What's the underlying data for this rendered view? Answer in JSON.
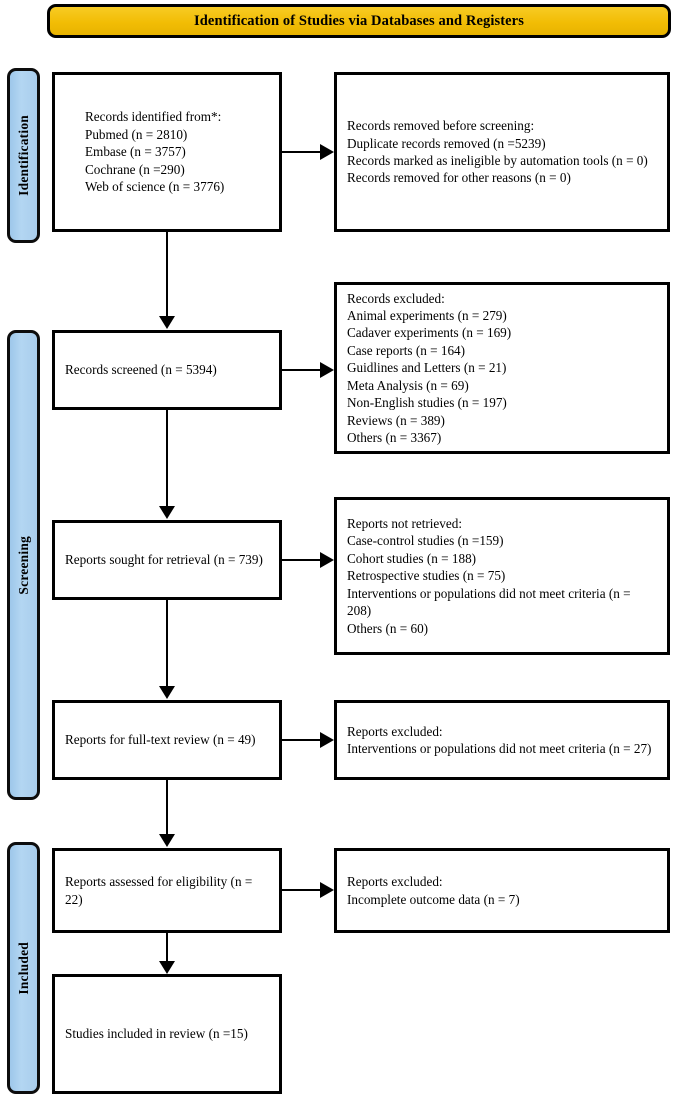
{
  "header": {
    "title": "Identification of Studies via Databases and Registers"
  },
  "phases": [
    {
      "id": "identification",
      "label": "Identification"
    },
    {
      "id": "screening",
      "label": "Screening"
    },
    {
      "id": "included",
      "label": "Included"
    }
  ],
  "flow": {
    "identified": {
      "text": "Records identified from*:\nPubmed (n = 2810)\nEmbase (n = 3757)\nCochrane (n =290)\nWeb of science (n = 3776)"
    },
    "removed": {
      "text": "Records removed before screening:\nDuplicate records removed (n =5239)\nRecords marked as ineligible by automation tools (n = 0)\nRecords removed for other reasons (n = 0)"
    },
    "screened": {
      "text": "Records screened (n = 5394)"
    },
    "excluded_screening": {
      "text": "Records excluded:\nAnimal experiments (n = 279)\nCadaver experiments (n = 169)\nCase reports (n = 164)\nGuidlines and Letters  (n = 21)\nMeta Analysis (n = 69)\nNon-English studies (n = 197)\nReviews (n = 389)\nOthers (n = 3367)"
    },
    "sought_retrieval": {
      "text": "Reports sought for retrieval (n = 739)"
    },
    "not_retrieved": {
      "text": "Reports not retrieved:\nCase-control studies (n =159)\nCohort studies (n = 188)\nRetrospective studies (n = 75)\nInterventions or populations did not meet criteria (n = 208)\nOthers (n = 60)"
    },
    "fulltext_review": {
      "text": "Reports for full-text review (n = 49)"
    },
    "excluded_fulltext": {
      "text": "Reports excluded:\nInterventions or populations did not meet criteria (n = 27)"
    },
    "assessed_eligibility": {
      "text": "Reports assessed for eligibility (n = 22)"
    },
    "excluded_eligibility": {
      "text": "Reports excluded:\nIncomplete outcome data (n = 7)"
    },
    "included_review": {
      "text": "Studies included in review (n =15)"
    }
  },
  "colors": {
    "banner": "#f2bd05",
    "phase_bar": "#a9cdec",
    "border": "#000000",
    "background": "#ffffff"
  }
}
